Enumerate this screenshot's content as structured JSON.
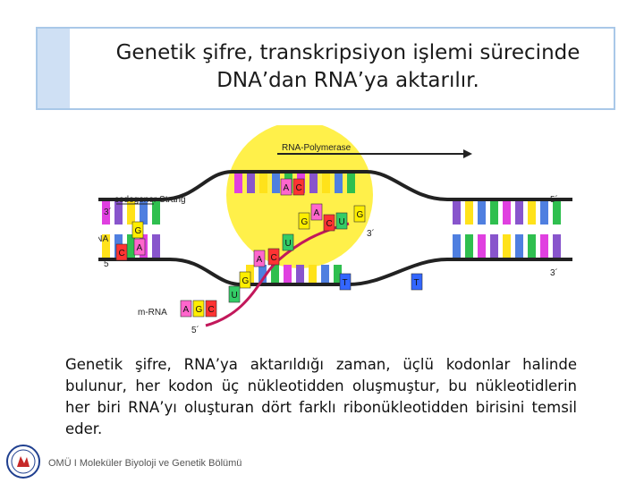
{
  "slide": {
    "title_line1": "Genetik şifre, transkripsiyon işlemi sürecinde",
    "title_line2": "DNA’dan RNA’ya aktarılır.",
    "body": "Genetik şifre, RNA’ya aktarıldığı zaman, üçlü kodonlar halinde bulunur, her kodon üç nükleotidden oluşmuştur, bu nükleotidlerin her biri RNA’yı oluşturan dört farklı ribonükleotidden birisini temsil eder.",
    "footer": "OMÜ I Moleküler Biyoloji ve Genetik Bölümü"
  },
  "diagram": {
    "labels": {
      "polymerase": "RNA-Polymerase",
      "codogenic": "codogener Strang",
      "dna": "DNA",
      "mrna": "m-RNA",
      "three_prime_left": "3´",
      "five_prime_left": "5´",
      "five_prime_right": "5´",
      "three_prime_right": "3´",
      "three_prime_center": "3´",
      "five_prime_mrna": "5´"
    },
    "bases": {
      "top_strand": [
        "A",
        "C"
      ],
      "open_template": [
        "G",
        "A",
        "C",
        "U",
        "G"
      ],
      "left_dna": [
        "G",
        "A",
        "C"
      ],
      "rna_chain": [
        "U",
        "A",
        "C",
        "G",
        "U"
      ],
      "mrna": [
        "A",
        "G",
        "C"
      ],
      "bottom_right": [
        "T",
        "T"
      ]
    },
    "colors": {
      "A": "#ff66cc",
      "C": "#ff3333",
      "G": "#ffee00",
      "U": "#33cc66",
      "T": "#3366ff",
      "backbone": "#222222",
      "mrna_backbone": "#c2185b",
      "polymerase": "#fff04a",
      "generic_pink": "#e040e0",
      "generic_purple": "#8855cc",
      "generic_blue": "#4f7fe0",
      "generic_green": "#2fbf4f",
      "generic_yellow": "#ffe21a"
    }
  }
}
